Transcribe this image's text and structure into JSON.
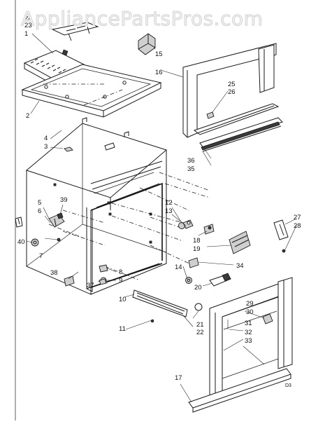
{
  "watermark": "AppliancePartsPros.com",
  "drawing_code": "D3",
  "callouts": [
    {
      "id": "c1",
      "text": "1"
    },
    {
      "id": "c2",
      "text": "2"
    },
    {
      "id": "c3",
      "text": "3"
    },
    {
      "id": "c4",
      "text": "4"
    },
    {
      "id": "c5",
      "text": "5"
    },
    {
      "id": "c6",
      "text": "6"
    },
    {
      "id": "c7",
      "text": "7"
    },
    {
      "id": "c8",
      "text": "8"
    },
    {
      "id": "c9",
      "text": "9"
    },
    {
      "id": "c10",
      "text": "10"
    },
    {
      "id": "c11",
      "text": "11"
    },
    {
      "id": "c12",
      "text": "12"
    },
    {
      "id": "c13",
      "text": "13"
    },
    {
      "id": "c14",
      "text": "14"
    },
    {
      "id": "c15",
      "text": "15"
    },
    {
      "id": "c16",
      "text": "16"
    },
    {
      "id": "c17",
      "text": "17"
    },
    {
      "id": "c18",
      "text": "18"
    },
    {
      "id": "c19",
      "text": "19"
    },
    {
      "id": "c20",
      "text": "20"
    },
    {
      "id": "c21",
      "text": "21"
    },
    {
      "id": "c22",
      "text": "22"
    },
    {
      "id": "c23",
      "text": "23"
    },
    {
      "id": "c24",
      "text": "24"
    },
    {
      "id": "c25",
      "text": "25"
    },
    {
      "id": "c26",
      "text": "26"
    },
    {
      "id": "c27",
      "text": "27"
    },
    {
      "id": "c28",
      "text": "28"
    },
    {
      "id": "c29",
      "text": "29"
    },
    {
      "id": "c30",
      "text": "30"
    },
    {
      "id": "c31",
      "text": "31"
    },
    {
      "id": "c32",
      "text": "32"
    },
    {
      "id": "c33",
      "text": "33"
    },
    {
      "id": "c34",
      "text": "34"
    },
    {
      "id": "c35",
      "text": "35"
    },
    {
      "id": "c36",
      "text": "36"
    },
    {
      "id": "c37",
      "text": "37"
    },
    {
      "id": "c38",
      "text": "38"
    },
    {
      "id": "c39",
      "text": "39"
    },
    {
      "id": "c40",
      "text": "40"
    }
  ]
}
